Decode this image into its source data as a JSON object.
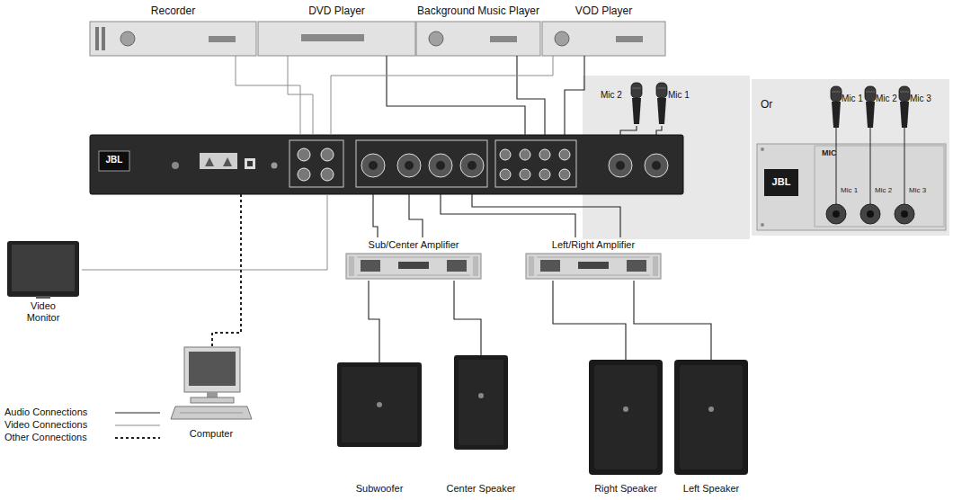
{
  "diagram": {
    "nodes": [
      {
        "text": [
          "Recorder"
        ]
      },
      {
        "text": [
          "DVD Player"
        ]
      },
      {
        "text": [
          "Background Music Player"
        ]
      },
      {
        "text": [
          "VOD Player"
        ]
      },
      {
        "text": [
          "JBL"
        ]
      },
      {
        "text": [
          "Mic 2"
        ]
      },
      {
        "text": [
          "Mic 1"
        ]
      },
      {
        "text": [
          "JBL",
          "MIC"
        ]
      },
      {
        "text": [
          "Mic 1"
        ],
        "in": 7
      },
      {
        "text": [
          "Mic 2"
        ],
        "in": 7
      },
      {
        "text": [
          "Mic 3"
        ],
        "in": 7
      },
      {
        "text": [
          "Video Monitor"
        ]
      },
      {
        "text": [
          "Computer"
        ]
      },
      {
        "text": [
          "Sub/Center Amplifier"
        ]
      },
      {
        "text": [
          "Left/Right Amplifier"
        ]
      },
      {
        "text": [
          "Subwoofer"
        ]
      },
      {
        "text": [
          "Center Speaker"
        ]
      },
      {
        "text": [
          "Right Speaker"
        ]
      },
      {
        "text": [
          "Left Speaker"
        ]
      }
    ],
    "edges": [
      {
        "from": 0,
        "to": 4,
        "arrow": "none"
      },
      {
        "from": 1,
        "to": 4,
        "arrow": "none"
      },
      {
        "from": 1,
        "to": 4,
        "arrow": "none"
      },
      {
        "from": 2,
        "to": 4,
        "arrow": "none"
      },
      {
        "from": 3,
        "to": 4,
        "arrow": "none"
      },
      {
        "from": 3,
        "to": 4,
        "arrow": "none"
      },
      {
        "from": 5,
        "to": 4,
        "arrow": "none"
      },
      {
        "from": 6,
        "to": 4,
        "arrow": "none"
      },
      {
        "from": 4,
        "to": 11,
        "arrow": "none"
      },
      {
        "from": 4,
        "to": 12,
        "arrow": "none"
      },
      {
        "from": 4,
        "to": 13,
        "arrow": "none"
      },
      {
        "from": 4,
        "to": 13,
        "arrow": "none"
      },
      {
        "from": 4,
        "to": 14,
        "arrow": "none"
      },
      {
        "from": 4,
        "to": 14,
        "arrow": "none"
      },
      {
        "from": 13,
        "to": 15,
        "arrow": "none"
      },
      {
        "from": 13,
        "to": 16,
        "arrow": "none"
      },
      {
        "from": 14,
        "to": 17,
        "arrow": "none"
      },
      {
        "from": 14,
        "to": 18,
        "arrow": "none"
      }
    ],
    "labels": [
      "Or",
      "Mic 1",
      "Mic 2",
      "Mic 3"
    ],
    "legend": [
      {
        "text": "Audio Connections"
      },
      {
        "text": "Video Connections"
      },
      {
        "text": "Other Connections"
      }
    ]
  }
}
